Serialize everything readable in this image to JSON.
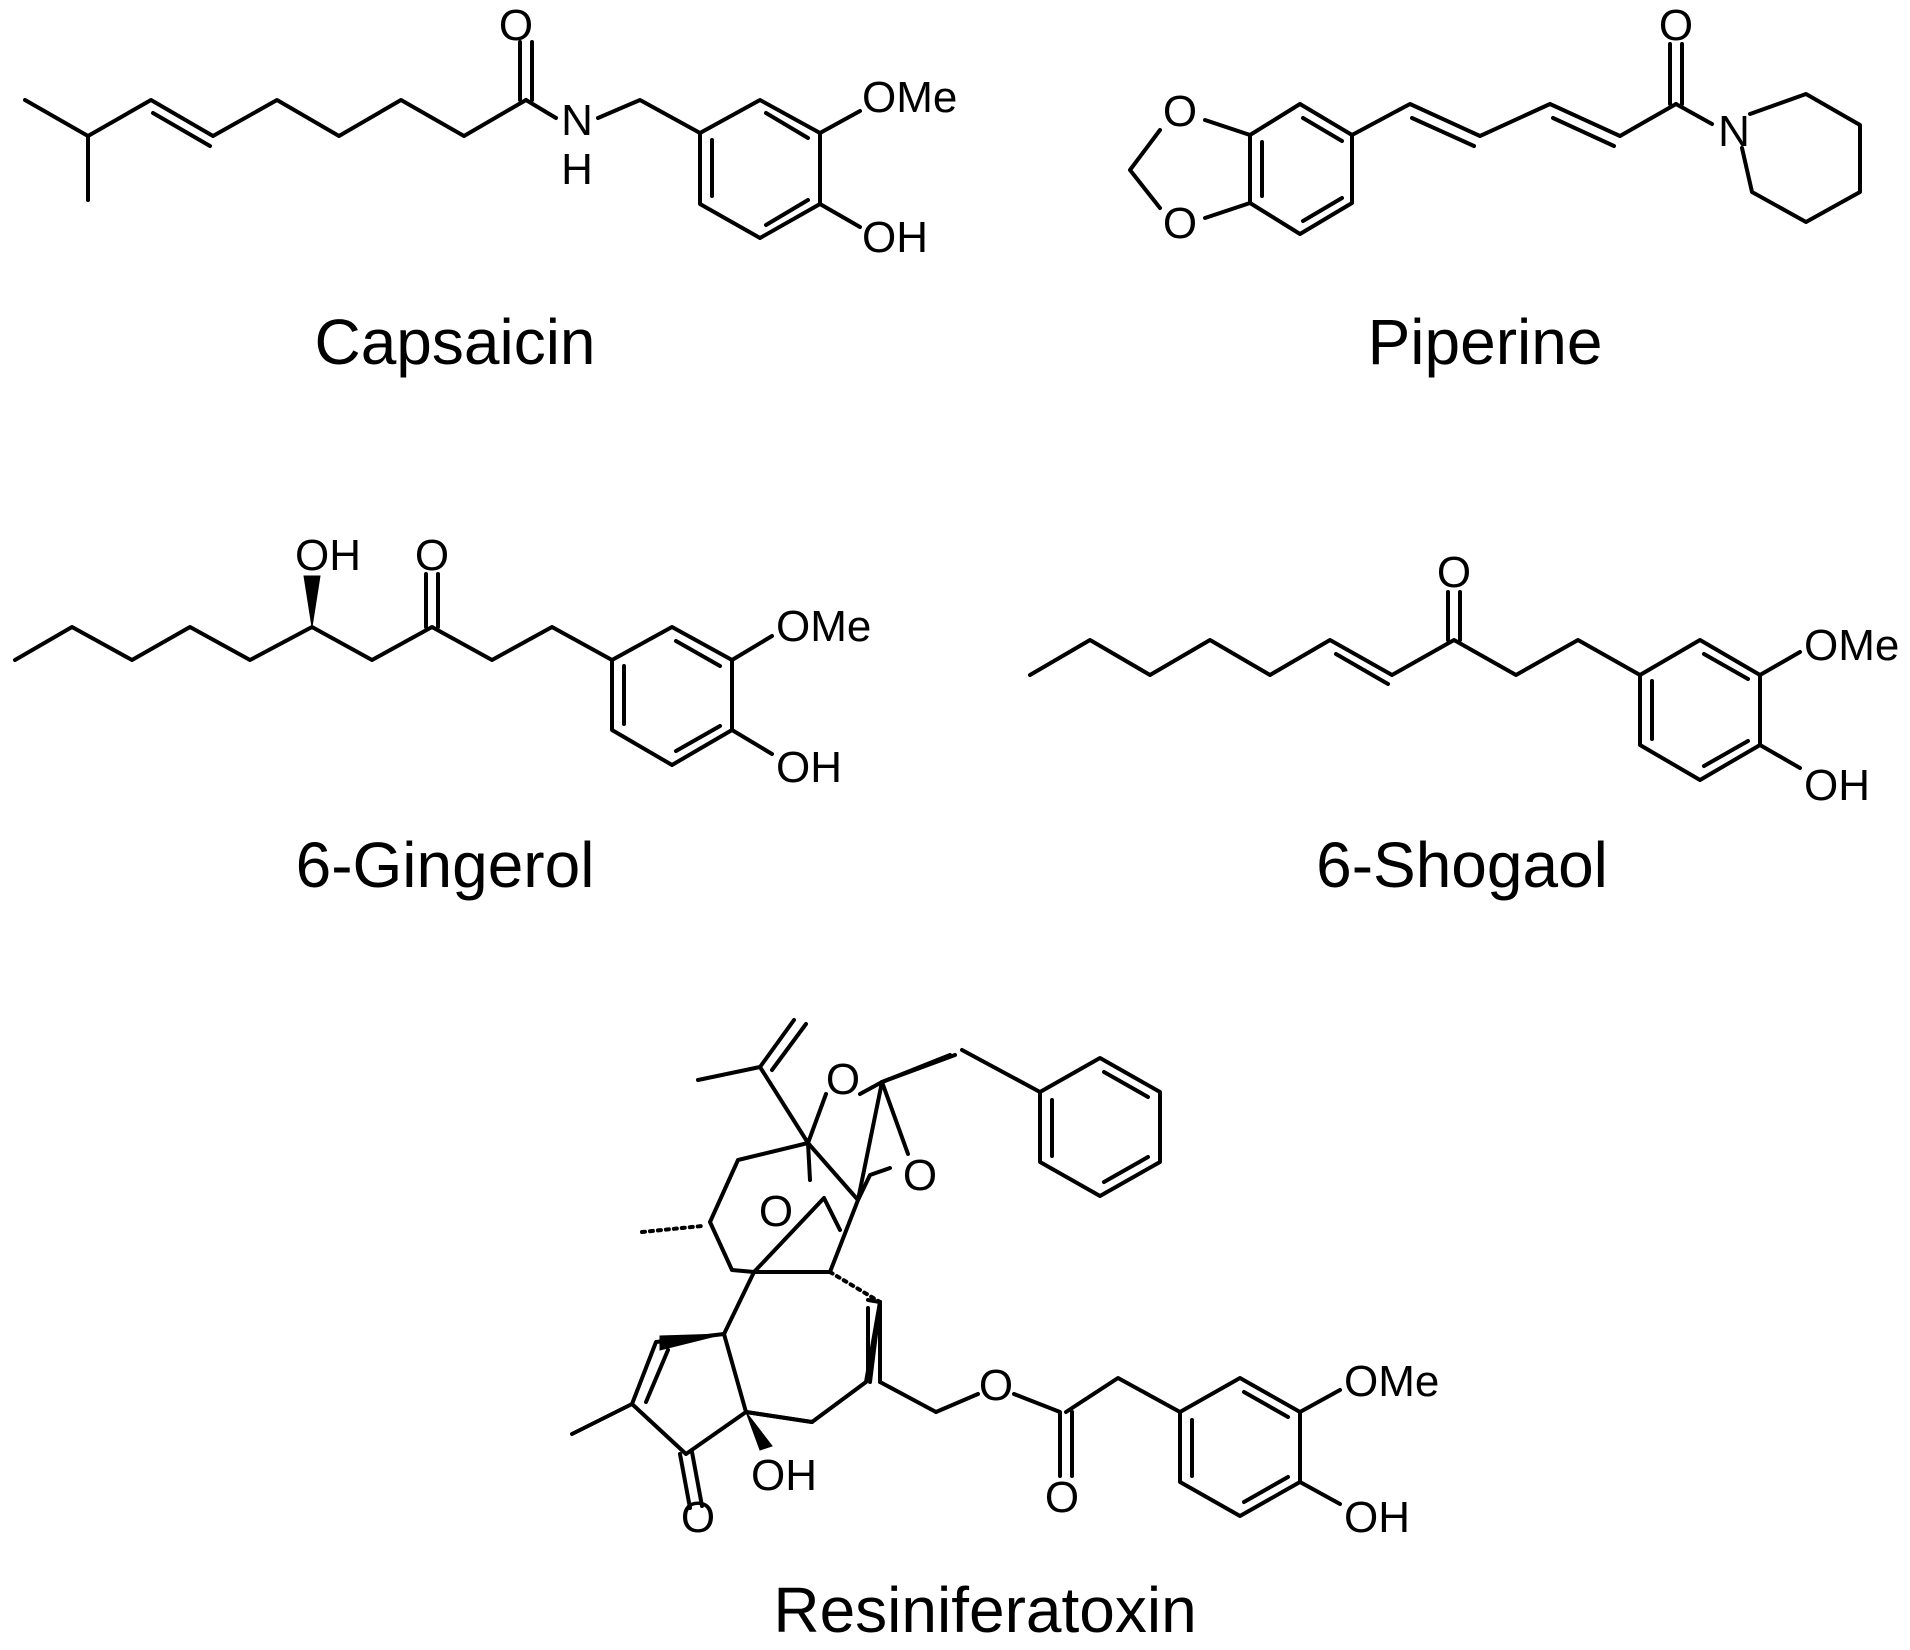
{
  "compounds": [
    {
      "name": "Capsaicin",
      "atom_labels": {
        "carbonyl_o": "O",
        "n": "N",
        "nh_h": "H",
        "ome": "OMe",
        "oh": "OH"
      }
    },
    {
      "name": "Piperine",
      "atom_labels": {
        "dioxole_o1": "O",
        "dioxole_o2": "O",
        "carbonyl_o": "O",
        "n": "N"
      }
    },
    {
      "name": "6-Gingerol",
      "atom_labels": {
        "hydroxyl": "OH",
        "carbonyl_o": "O",
        "ome": "OMe",
        "oh": "OH"
      }
    },
    {
      "name": "6-Shogaol",
      "atom_labels": {
        "carbonyl_o": "O",
        "ome": "OMe",
        "oh": "OH"
      }
    },
    {
      "name": "Resiniferatoxin",
      "atom_labels": {
        "orthoester_o1": "O",
        "orthoester_o2": "O",
        "bridge_o": "O",
        "ester_o": "O",
        "ester_carbonyl_o": "O",
        "ketone_o": "O",
        "tert_oh": "OH",
        "ome": "OMe",
        "oh": "OH"
      }
    }
  ]
}
